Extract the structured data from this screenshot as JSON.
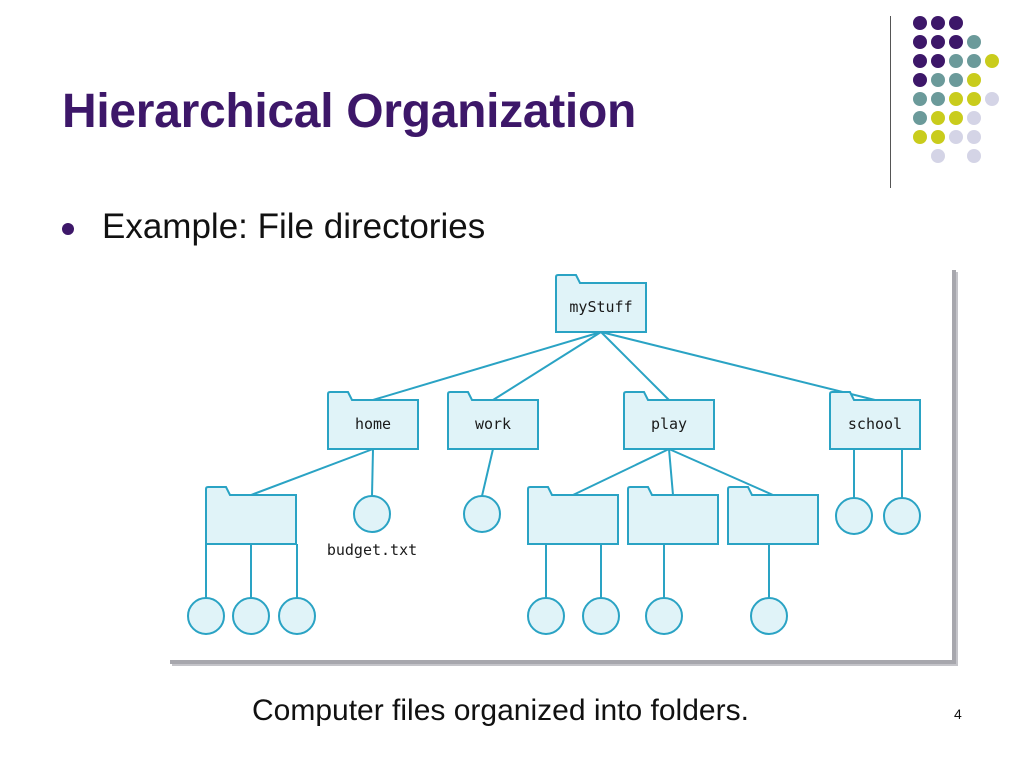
{
  "slide": {
    "title": "Hierarchical Organization",
    "bullet": "Example: File directories",
    "caption": "Computer files organized into folders.",
    "page_number": "4"
  },
  "theme": {
    "title_color": "#3d1769",
    "dot_palette": [
      "#3d1769",
      "#6b9a9a",
      "#c9cc1c",
      "#d4d4e6"
    ],
    "diagram_stroke": "#2aa3c4",
    "diagram_fill": "#e0f3f8"
  },
  "diagram": {
    "root": "myStuff",
    "folders": {
      "home": "home",
      "work": "work",
      "play": "play",
      "school": "school"
    },
    "files": {
      "budget": "budget.txt"
    }
  }
}
